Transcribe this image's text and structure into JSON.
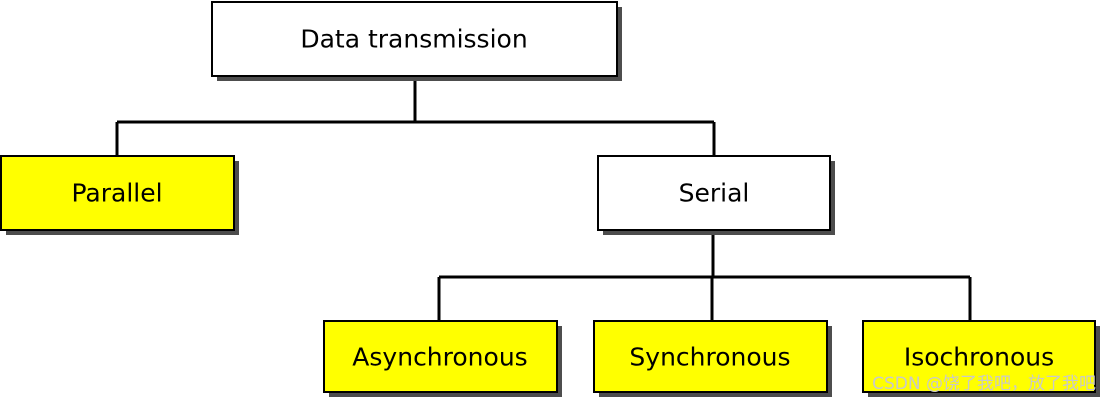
{
  "diagram": {
    "root": {
      "label": "Data transmission",
      "fill": "#ffffff"
    },
    "level1": [
      {
        "label": "Parallel",
        "fill": "#ffff00"
      },
      {
        "label": "Serial",
        "fill": "#ffffff"
      }
    ],
    "level2": [
      {
        "label": "Asynchronous",
        "fill": "#ffff00"
      },
      {
        "label": "Synchronous",
        "fill": "#ffff00"
      },
      {
        "label": "Isochronous",
        "fill": "#ffff00"
      }
    ],
    "colors": {
      "highlight": "#ffff00",
      "plain": "#ffffff",
      "border": "#000000",
      "shadow": "#4d4d4d",
      "connector": "#000000"
    }
  },
  "watermark": "CSDN @饶了我吧，放了我吧"
}
